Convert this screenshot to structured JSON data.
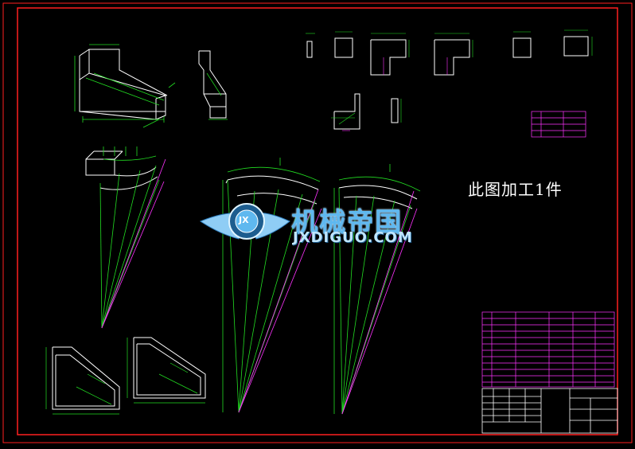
{
  "drawing": {
    "note": "此图加工1件",
    "watermark_cn": "机械帝国",
    "watermark_en": "JXDIGUO.COM",
    "watermark_badge": "JX",
    "colors": {
      "background": "#000000",
      "frame": "#ff2020",
      "green": "#22dd22",
      "magenta": "#ff33ff",
      "white": "#ffffff",
      "watermark": "#5fb8ef"
    }
  }
}
